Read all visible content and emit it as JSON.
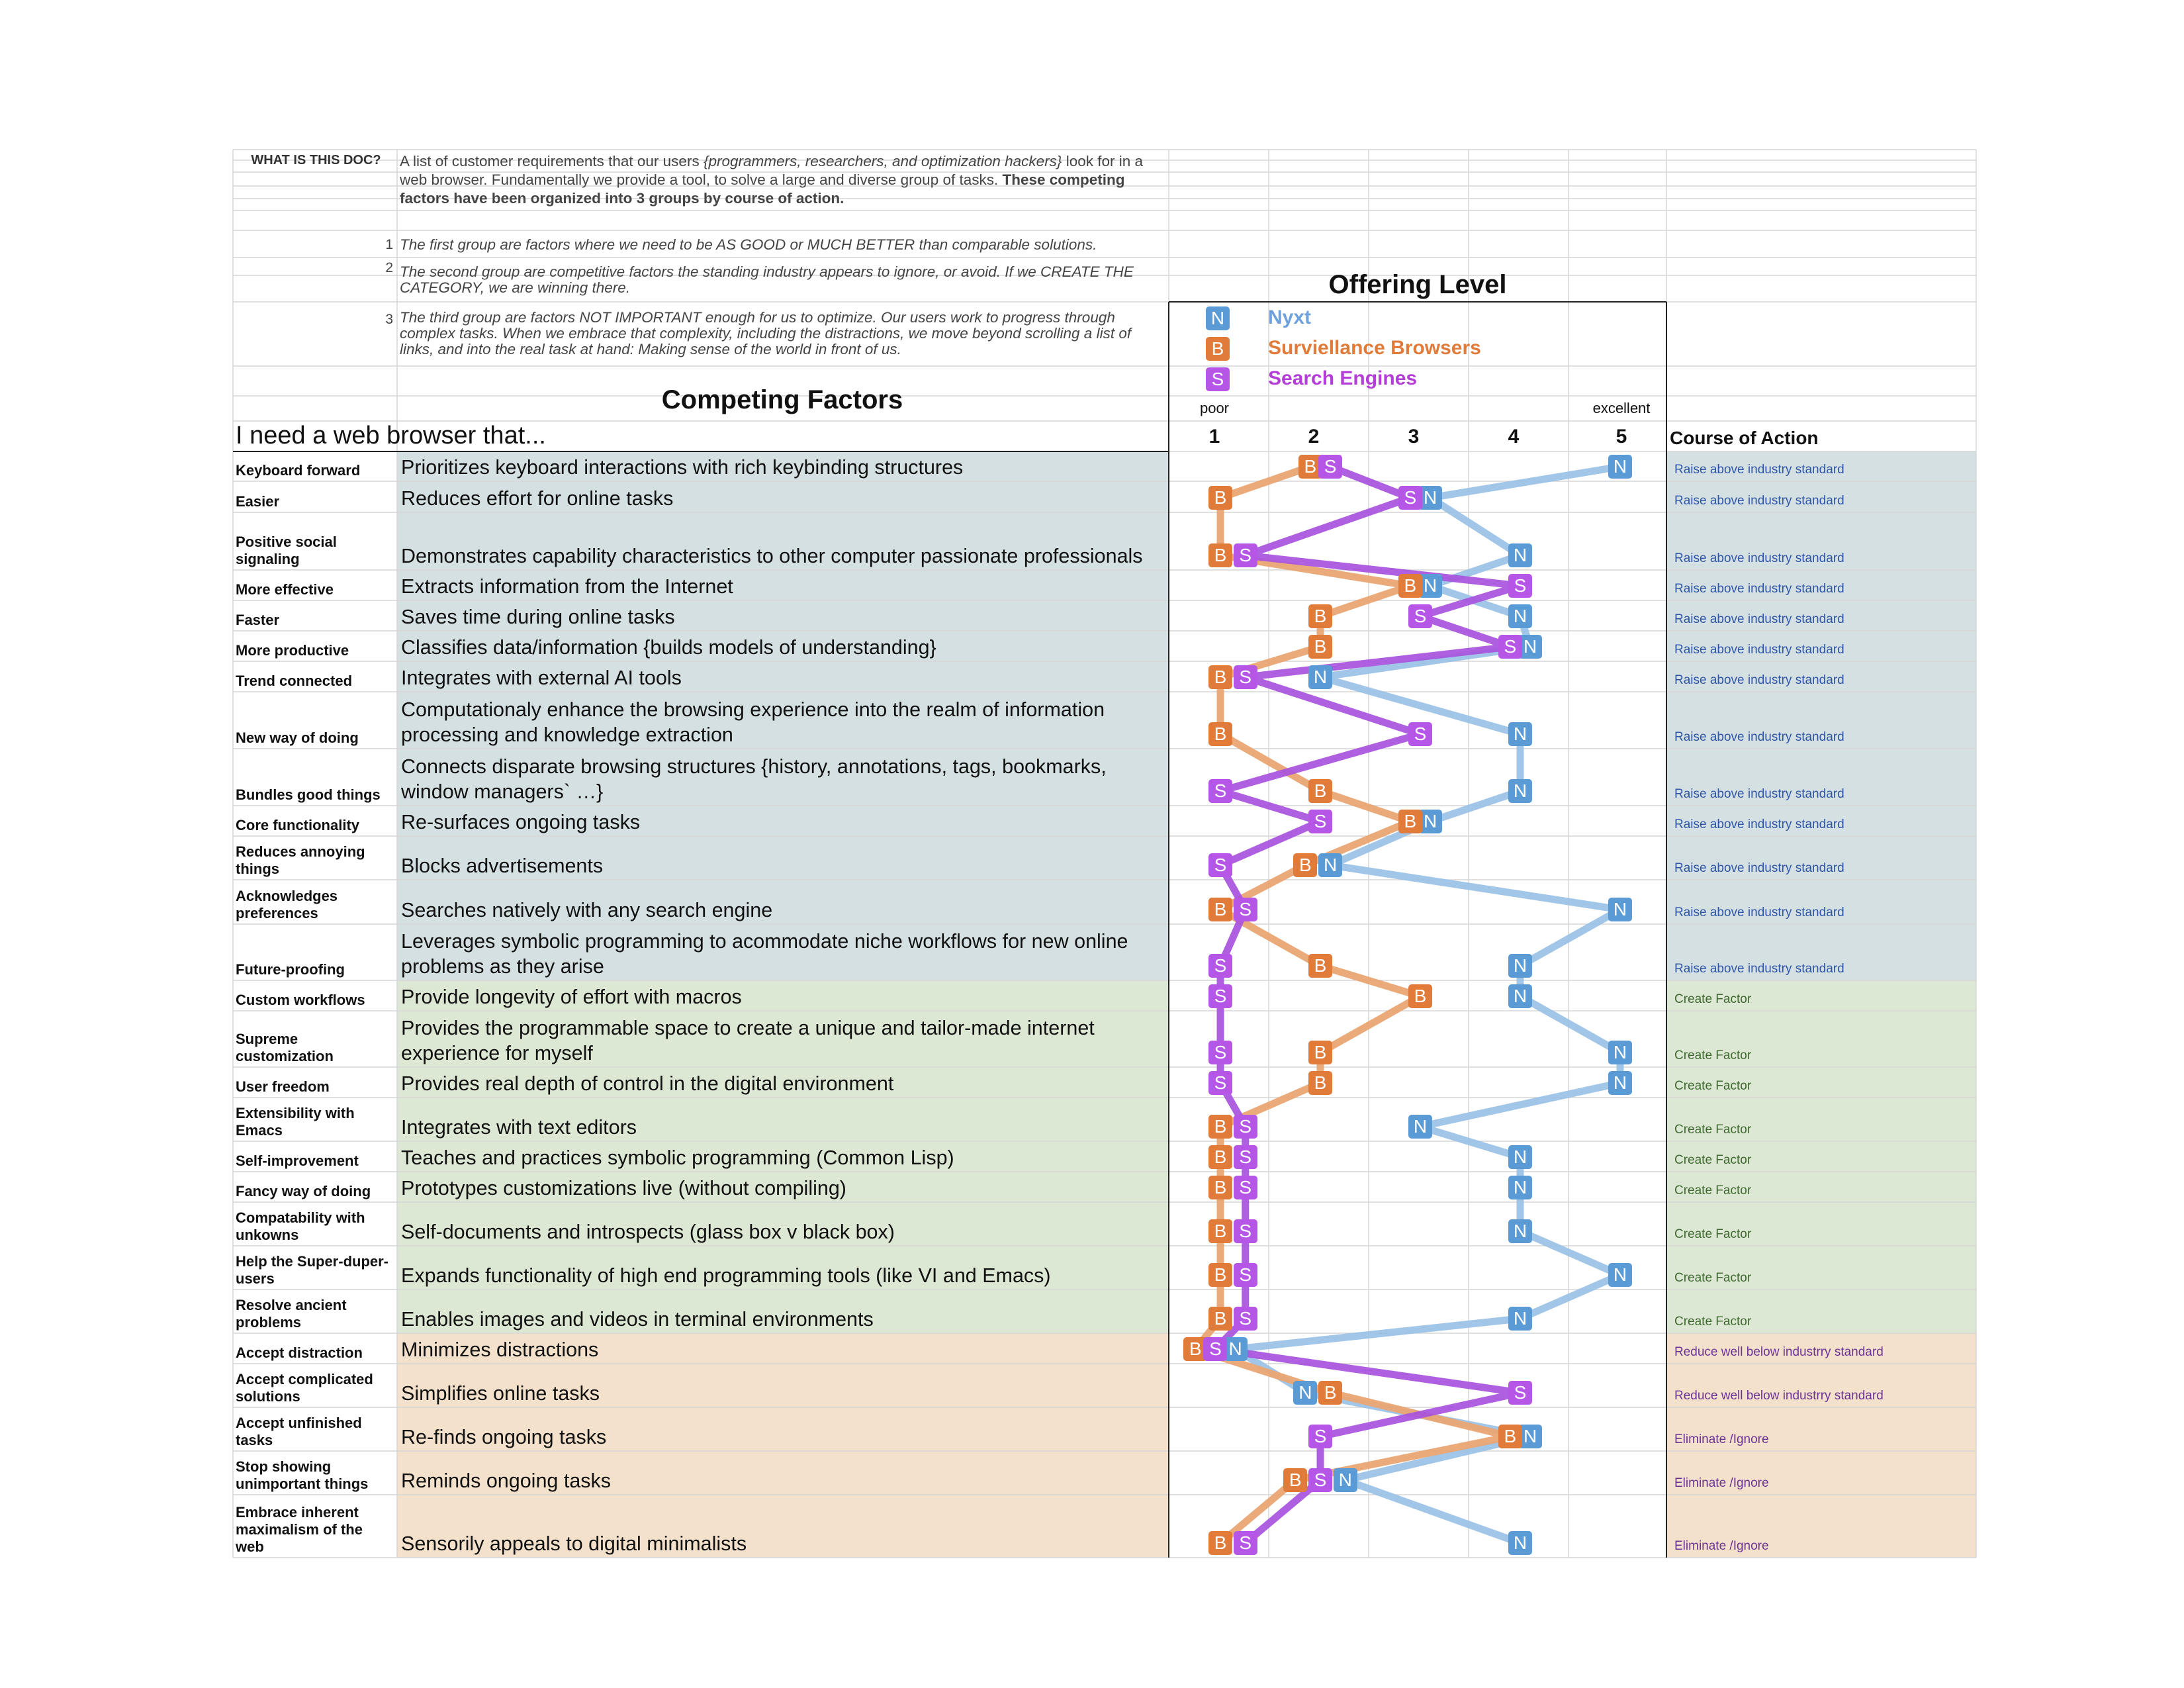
{
  "intro": {
    "heading": "WHAT IS THIS DOC?",
    "text_part1": "A list of customer requirements that our users ",
    "text_italic": "{programmers, researchers, and optimization hackers}",
    "text_part2": " look for in a web browser.  Fundamentally we provide a tool, to solve a large and diverse group of tasks. ",
    "text_bold": "These competing factors have been organized into 3 groups by course of action.",
    "notes": [
      {
        "num": "1",
        "text": "The first group are factors where we need to be AS GOOD or MUCH BETTER than comparable solutions."
      },
      {
        "num": "2",
        "text": "The second group are competitive factors the standing industry appears to ignore, or avoid. If we CREATE THE CATEGORY, we are winning there."
      },
      {
        "num": "3",
        "text": "The third group are factors NOT IMPORTANT enough for us to optimize. Our users work to progress through complex tasks. When we embrace that complexity, including the distractions, we move beyond scrolling a list of links, and into the real task at hand: Making sense of the world in front of us."
      }
    ]
  },
  "headers": {
    "competing_factors": "Competing Factors",
    "offering_level": "Offering Level",
    "need": "I need a web browser that...",
    "course_of_action": "Course of Action",
    "poor": "poor",
    "excellent": "excellent"
  },
  "colors": {
    "nyxt": "#5b9bd5",
    "nyxt_line": "#9dc3e6",
    "browsers": "#e07b3a",
    "browsers_line": "#eaa573",
    "search": "#b556e6",
    "search_line": "#a852dd",
    "group1_bg": "#d5e0e2",
    "group2_bg": "#dde8d4",
    "group3_bg": "#f4e1cc",
    "coa_group1": "#2f56a8",
    "coa_group2": "#3f6a2f",
    "coa_group3": "#6b3296"
  },
  "chart_data": {
    "type": "line",
    "title": "Offering Level",
    "x_scale": [
      1,
      2,
      3,
      4,
      5
    ],
    "x_range": [
      1,
      5
    ],
    "x_scale_labels": {
      "1": "poor",
      "5": "excellent"
    },
    "series": [
      {
        "key": "N",
        "name": "Nyxt",
        "letter": "N",
        "values": [
          5,
          3.1,
          4,
          3.1,
          4,
          4.1,
          2,
          4,
          4,
          3.1,
          2.1,
          5,
          4,
          4,
          5,
          5,
          3,
          4,
          4,
          4,
          5,
          4,
          1.15,
          1.85,
          4.1,
          2.25,
          4
        ]
      },
      {
        "key": "B",
        "name": "Surviellance Browsers",
        "letter": "B",
        "values": [
          1.9,
          1,
          1,
          2.9,
          2,
          2,
          1,
          1,
          2,
          2.9,
          1.85,
          1,
          2,
          3,
          2,
          2,
          1,
          1,
          1,
          1,
          1,
          1,
          0.75,
          2.1,
          3.9,
          1.75,
          1
        ]
      },
      {
        "key": "S",
        "name": "Search Engines",
        "letter": "S",
        "values": [
          2.1,
          2.9,
          1.25,
          4,
          3,
          3.9,
          1.25,
          3,
          1,
          2,
          1,
          1.25,
          1,
          1,
          1,
          1,
          1.25,
          1.25,
          1.25,
          1.25,
          1.25,
          1.25,
          0.95,
          4,
          2,
          2,
          1.25
        ]
      }
    ],
    "rows": [
      {
        "factor": "Keyboard forward",
        "req": "Prioritizes keyboard interactions with rich keybinding structures",
        "coa": "Raise above industry standard",
        "group": 1
      },
      {
        "factor": "Easier",
        "req": "Reduces effort for online tasks",
        "coa": "Raise above industry standard",
        "group": 1
      },
      {
        "factor": "Positive social signaling",
        "req": "Demonstrates capability characteristics to other computer passionate professionals",
        "coa": "Raise above industry standard",
        "group": 1
      },
      {
        "factor": "More effective",
        "req": "Extracts information from the Internet",
        "coa": "Raise above industry standard",
        "group": 1
      },
      {
        "factor": "Faster",
        "req": "Saves time during online tasks",
        "coa": "Raise above industry standard",
        "group": 1
      },
      {
        "factor": "More productive",
        "req": "Classifies data/information {builds models of understanding}",
        "coa": "Raise above industry standard",
        "group": 1
      },
      {
        "factor": "Trend connected",
        "req": "Integrates with external AI tools",
        "coa": "Raise above industry standard",
        "group": 1
      },
      {
        "factor": "New way of doing",
        "req": "Computationaly enhance the browsing experience into the realm of information processing and knowledge extraction",
        "coa": "Raise above industry standard",
        "group": 1
      },
      {
        "factor": "Bundles good things",
        "req": "Connects disparate browsing structures {history, annotations, tags, bookmarks, window managers` …}",
        "coa": "Raise above industry standard",
        "group": 1
      },
      {
        "factor": "Core functionality",
        "req": "Re-surfaces ongoing tasks",
        "coa": "Raise above industry standard",
        "group": 1
      },
      {
        "factor": "Reduces annoying things",
        "req": "Blocks advertisements",
        "coa": "Raise above industry standard",
        "group": 1
      },
      {
        "factor": "Acknowledges preferences",
        "req": "Searches natively with any search engine",
        "coa": "Raise above industry standard",
        "group": 1
      },
      {
        "factor": "Future-proofing",
        "req": "Leverages symbolic programming to acommodate niche workflows for new online problems as they arise",
        "coa": "Raise above industry standard",
        "group": 1
      },
      {
        "factor": "Custom workflows",
        "req": "Provide longevity of effort with macros",
        "coa": "Create Factor",
        "group": 2
      },
      {
        "factor": "Supreme customization",
        "req": "Provides the programmable space to create a unique and tailor-made internet experience for myself",
        "coa": "Create Factor",
        "group": 2
      },
      {
        "factor": "User freedom",
        "req": "Provides real depth of control in the digital environment",
        "coa": "Create Factor",
        "group": 2
      },
      {
        "factor": "Extensibility with Emacs",
        "req": "Integrates with text editors",
        "coa": "Create Factor",
        "group": 2
      },
      {
        "factor": "Self-improvement",
        "req": "Teaches and practices symbolic programming (Common Lisp)",
        "coa": "Create Factor",
        "group": 2
      },
      {
        "factor": "Fancy way of doing",
        "req": "Prototypes customizations live (without compiling)",
        "coa": "Create Factor",
        "group": 2
      },
      {
        "factor": "Compatability with unkowns",
        "req": "Self-documents and introspects (glass box v black box)",
        "coa": "Create Factor",
        "group": 2
      },
      {
        "factor": "Help the Super-duper-users",
        "req": "Expands functionality of high end programming tools (like VI and Emacs)",
        "coa": "Create Factor",
        "group": 2
      },
      {
        "factor": "Resolve ancient problems",
        "req": "Enables images and videos in terminal environments",
        "coa": "Create Factor",
        "group": 2
      },
      {
        "factor": "Accept distraction",
        "req": "Minimizes distractions",
        "coa": "Reduce well below industrry standard",
        "group": 3
      },
      {
        "factor": "Accept complicated solutions",
        "req": "Simplifies online tasks",
        "coa": "Reduce well below industrry standard",
        "group": 3
      },
      {
        "factor": "Accept unfinished tasks",
        "req": "Re-finds ongoing tasks",
        "coa": "Eliminate /Ignore",
        "group": 3
      },
      {
        "factor": "Stop showing unimportant things",
        "req": "Reminds ongoing tasks",
        "coa": "Eliminate /Ignore",
        "group": 3
      },
      {
        "factor": "Embrace inherent maximalism of the web",
        "req": "Sensorily appeals to digital minimalists",
        "coa": "Eliminate /Ignore",
        "group": 3
      }
    ]
  }
}
